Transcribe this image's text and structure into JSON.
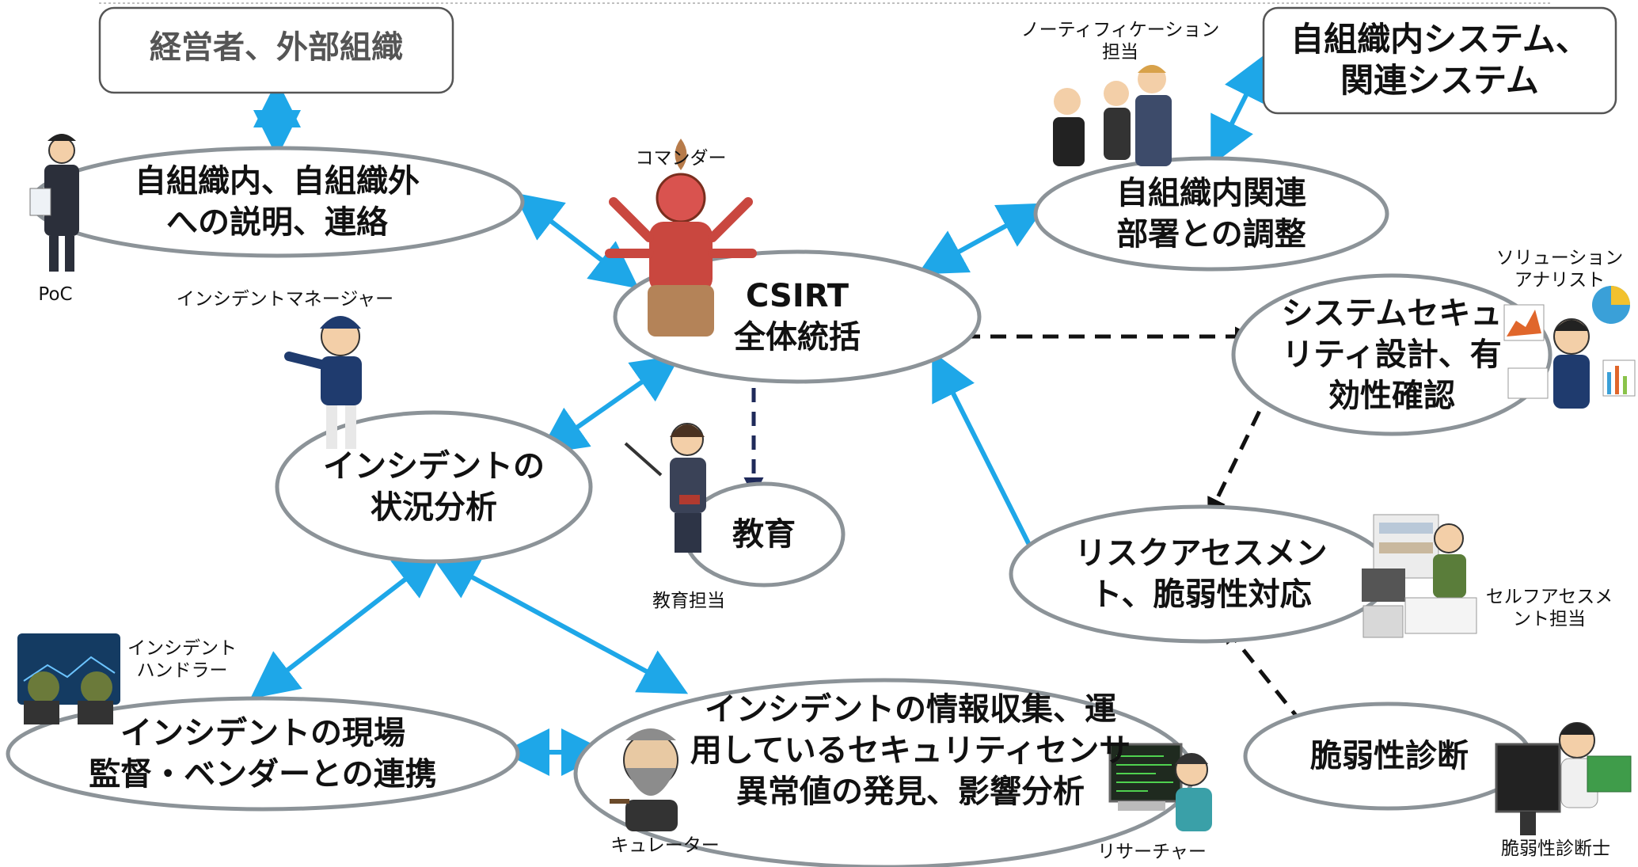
{
  "nodes": {
    "executives": "経営者、外部組織",
    "internal_systems": "自組織内システム、\n関連システム",
    "explain_contact": "自組織内、自組織外\nへの説明、連絡",
    "internal_coord": "自組織内関連\n部署との調整",
    "csirt": "CSIRT\n全体統括",
    "system_security": "システムセキュ\nリティ設計、有\n効性確認",
    "incident_analysis": "インシデントの\n状況分析",
    "education": "教育",
    "risk_assessment": "リスクアセスメン\nト、脆弱性対応",
    "field_supervision": "インシデントの現場\n監督・ベンダーとの連携",
    "info_collection": "インシデントの情報収集、運\n用しているセキュリティセンサ\n異常値の発見、影響分析",
    "vuln_diagnosis": "脆弱性診断"
  },
  "roles": {
    "notification": "ノーティフィケーション\n担当",
    "commander": "コマンダー",
    "poc": "PoC",
    "incident_manager": "インシデントマネージャー",
    "solution_analyst": "ソリューション\nアナリスト",
    "education_staff": "教育担当",
    "incident_handler": "インシデント\nハンドラー",
    "self_assessment": "セルフアセスメ\nント担当",
    "curator": "キュレーター",
    "researcher": "リサーチャー",
    "vuln_diagnostician": "脆弱性診断士"
  },
  "colors": {
    "arrow_solid": "#1ea7e8",
    "arrow_dashed": "#111111",
    "arrow_education": "#1f2a5a",
    "ellipse_stroke": "#8c9398"
  },
  "icons": [
    "poc-person-icon",
    "commander-statue-icon",
    "notification-team-icon",
    "incident-manager-icon",
    "solution-analyst-icon",
    "education-teacher-icon",
    "incident-handler-icon",
    "self-assessment-icon",
    "curator-icon",
    "researcher-icon",
    "vuln-diagnostician-icon"
  ]
}
